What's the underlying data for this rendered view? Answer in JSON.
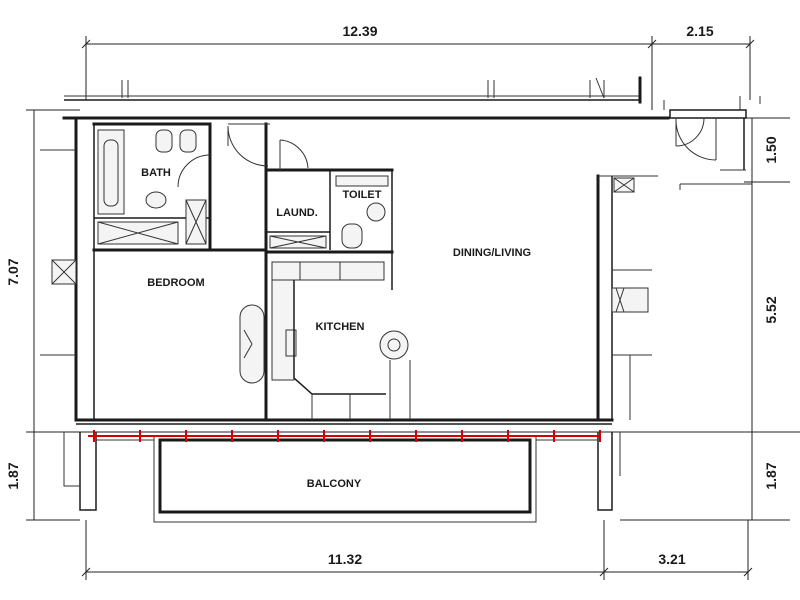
{
  "dimensions": {
    "top_main": "12.39",
    "top_right": "2.15",
    "right_upper": "1.50",
    "right_middle": "5.52",
    "right_lower": "1.87",
    "left_main": "7.07",
    "left_lower": "1.87",
    "bottom_main": "11.32",
    "bottom_right": "3.21"
  },
  "rooms": {
    "bath": "BATH",
    "laundry": "LAUND.",
    "toilet": "TOILET",
    "bedroom": "BEDROOM",
    "kitchen": "KITCHEN",
    "dining_living": "DINING/LIVING",
    "balcony": "BALCONY"
  },
  "colors": {
    "wall": "#1a1a1a",
    "balcony_marker": "#d60000"
  }
}
